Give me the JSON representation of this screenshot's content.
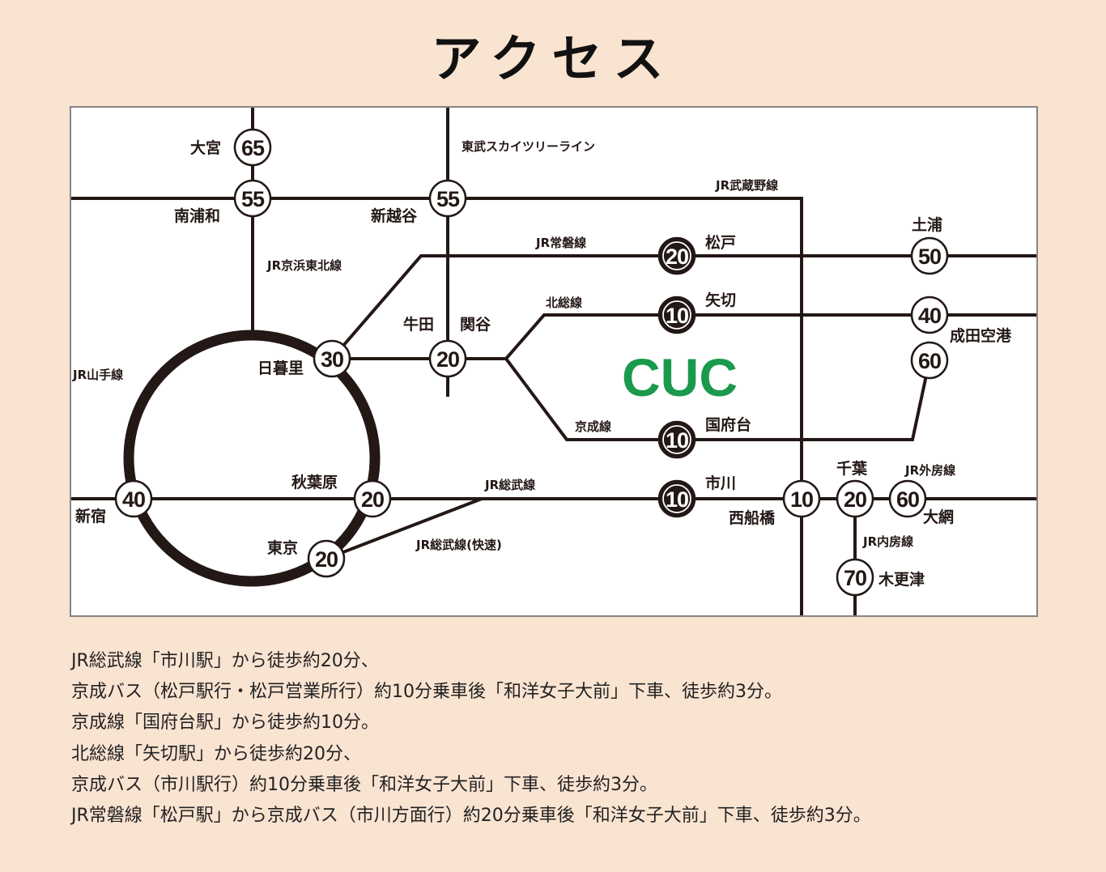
{
  "title": "アクセス",
  "map": {
    "logo": "CUC",
    "lines": {
      "tobu": "東武スカイツリーライン",
      "musashino": "JR武蔵野線",
      "joban": "JR常磐線",
      "keihin": "JR京浜東北線",
      "hokuso": "北総線",
      "yamanote": "JR山手線",
      "keisei": "京成線",
      "sobu": "JR総武線",
      "sobu_rapid": "JR総武線(快速)",
      "sotobo": "JR外房線",
      "uchibo": "JR内房線"
    },
    "stations": [
      {
        "name": "大宮",
        "minutes": "65"
      },
      {
        "name": "南浦和",
        "minutes": "55"
      },
      {
        "name": "新越谷",
        "minutes": "55"
      },
      {
        "name": "日暮里",
        "minutes": "30"
      },
      {
        "name": "牛田",
        "name2": "関谷",
        "minutes": "20"
      },
      {
        "name": "松戸",
        "minutes": "20"
      },
      {
        "name": "矢切",
        "minutes": "10"
      },
      {
        "name": "国府台",
        "minutes": "10"
      },
      {
        "name": "市川",
        "minutes": "10"
      },
      {
        "name": "土浦",
        "minutes": "50"
      },
      {
        "name": "成田空港",
        "minutes": "40",
        "minutes2": "60"
      },
      {
        "name": "新宿",
        "minutes": "40"
      },
      {
        "name": "秋葉原",
        "minutes": "20"
      },
      {
        "name": "東京",
        "minutes": "20"
      },
      {
        "name": "西船橋",
        "minutes": "10"
      },
      {
        "name": "千葉",
        "minutes": "20"
      },
      {
        "name": "大網",
        "minutes": "60"
      },
      {
        "name": "木更津",
        "minutes": "70"
      }
    ]
  },
  "notes": [
    "JR総武線「市川駅」から徒歩約20分、",
    "京成バス（松戸駅行・松戸営業所行）約10分乗車後「和洋女子大前」下車、徒歩約3分。",
    "京成線「国府台駅」から徒歩約10分。",
    "北総線「矢切駅」から徒歩約20分、",
    "京成バス（市川駅行）約10分乗車後「和洋女子大前」下車、徒歩約3分。",
    "JR常磐線「松戸駅」から京成バス（市川方面行）約20分乗車後「和洋女子大前」下車、徒歩約3分。"
  ]
}
